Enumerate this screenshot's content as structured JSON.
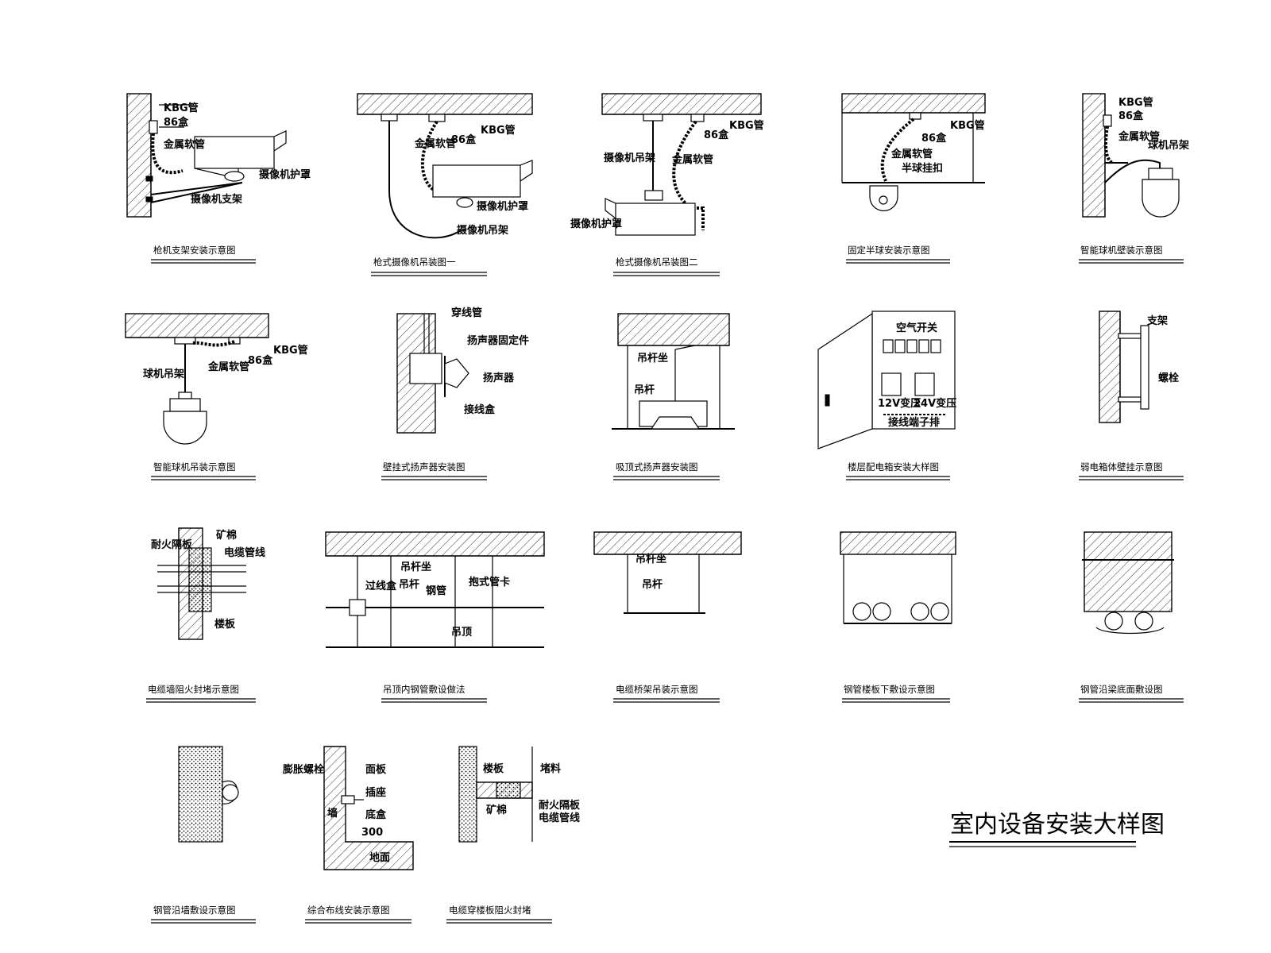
{
  "drawing_title": "室内设备安装大样图",
  "details": [
    {
      "id": "d1",
      "caption": "枪机支架安装示意图",
      "labels": [
        "KBG管",
        "86盒",
        "金属软管",
        "摄像机护罩",
        "摄像机支架"
      ]
    },
    {
      "id": "d2",
      "caption": "枪式摄像机吊装图一",
      "labels": [
        "KBG管",
        "86盒",
        "金属软管",
        "摄像机护罩",
        "摄像机吊架"
      ]
    },
    {
      "id": "d3",
      "caption": "枪式摄像机吊装图二",
      "labels": [
        "KBG管",
        "86盒",
        "金属软管",
        "摄像机吊架",
        "摄像机护罩"
      ]
    },
    {
      "id": "d4",
      "caption": "固定半球安装示意图",
      "labels": [
        "KBG管",
        "86盒",
        "金属软管",
        "半球挂扣"
      ]
    },
    {
      "id": "d5",
      "caption": "智能球机壁装示意图",
      "labels": [
        "KBG管",
        "86盒",
        "金属软管",
        "球机吊架"
      ]
    },
    {
      "id": "d6",
      "caption": "智能球机吊装示意图",
      "labels": [
        "KBG管",
        "86盒",
        "金属软管",
        "球机吊架"
      ]
    },
    {
      "id": "d7",
      "caption": "壁挂式扬声器安装图",
      "labels": [
        "穿线管",
        "扬声器固定件",
        "扬声器",
        "接线盒"
      ]
    },
    {
      "id": "d8",
      "caption": "吸顶式扬声器安装图",
      "labels": [
        "吊杆坐",
        "吊杆"
      ]
    },
    {
      "id": "d9",
      "caption": "楼层配电箱安装大样图",
      "labels": [
        "空气开关",
        "12V变压",
        "24V变压",
        "接线端子排"
      ]
    },
    {
      "id": "d10",
      "caption": "弱电箱体壁挂示意图",
      "labels": [
        "支架",
        "螺栓"
      ]
    },
    {
      "id": "d11",
      "caption": "电缆墙阻火封堵示意图",
      "labels": [
        "耐火隔板",
        "矿棉",
        "电缆管线",
        "楼板"
      ]
    },
    {
      "id": "d12",
      "caption": "吊顶内钢管敷设做法",
      "labels": [
        "过线盒",
        "吊杆坐",
        "吊杆",
        "钢管",
        "抱式管卡",
        "吊顶"
      ]
    },
    {
      "id": "d13",
      "caption": "电缆桥架吊装示意图",
      "labels": [
        "吊杆坐",
        "吊杆"
      ]
    },
    {
      "id": "d14",
      "caption": "钢管楼板下敷设示意图",
      "labels": []
    },
    {
      "id": "d15",
      "caption": "钢管沿梁底面敷设图",
      "labels": []
    },
    {
      "id": "d16",
      "caption": "钢管沿墙敷设示意图",
      "labels": []
    },
    {
      "id": "d17",
      "caption": "综合布线安装示意图",
      "labels": [
        "膨胀螺栓",
        "面板",
        "插座",
        "底盒",
        "墙",
        "300",
        "地面"
      ]
    },
    {
      "id": "d18",
      "caption": "电缆穿楼板阻火封堵",
      "labels": [
        "楼板",
        "堵料",
        "矿棉",
        "耐火隔板",
        "电缆管线"
      ]
    }
  ]
}
